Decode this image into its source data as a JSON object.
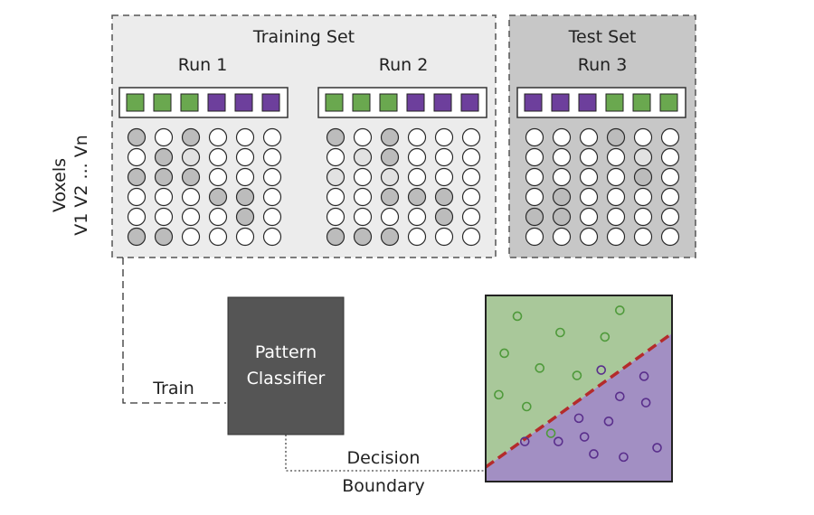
{
  "colors": {
    "green": "#6aa84f",
    "purple": "#6d3f9c",
    "voxel_light": "#ffffff",
    "voxel_mid": "#e2e2e2",
    "voxel_dark": "#bcbcbc",
    "panel_train": "#ececec",
    "panel_test": "#c7c7c7",
    "classifier_box": "#555555",
    "plot_green": "#a9c89a",
    "plot_purple": "#a28fc3",
    "boundary": "#b42b2b"
  },
  "training_panel": {
    "title": "Training Set"
  },
  "test_panel": {
    "title": "Test Set"
  },
  "runs": [
    {
      "label": "Run 1",
      "labels": [
        "green",
        "green",
        "green",
        "purple",
        "purple",
        "purple"
      ],
      "voxels": [
        [
          2,
          0,
          2,
          0,
          0,
          0
        ],
        [
          0,
          2,
          1,
          0,
          0,
          0
        ],
        [
          2,
          2,
          2,
          0,
          0,
          0
        ],
        [
          0,
          0,
          0,
          2,
          2,
          0
        ],
        [
          0,
          0,
          0,
          0,
          2,
          0
        ],
        [
          2,
          2,
          0,
          0,
          0,
          0
        ]
      ]
    },
    {
      "label": "Run 2",
      "labels": [
        "green",
        "green",
        "green",
        "purple",
        "purple",
        "purple"
      ],
      "voxels": [
        [
          2,
          0,
          2,
          0,
          0,
          0
        ],
        [
          0,
          1,
          2,
          0,
          0,
          0
        ],
        [
          1,
          0,
          1,
          0,
          0,
          0
        ],
        [
          0,
          0,
          2,
          2,
          2,
          0
        ],
        [
          0,
          0,
          0,
          0,
          2,
          0
        ],
        [
          2,
          2,
          2,
          0,
          0,
          0
        ]
      ]
    },
    {
      "label": "Run 3",
      "labels": [
        "purple",
        "purple",
        "purple",
        "green",
        "green",
        "green"
      ],
      "voxels": [
        [
          0,
          0,
          0,
          2,
          0,
          0
        ],
        [
          0,
          0,
          0,
          0,
          1,
          0
        ],
        [
          0,
          0,
          0,
          0,
          2,
          0
        ],
        [
          0,
          2,
          0,
          0,
          0,
          0
        ],
        [
          2,
          2,
          0,
          0,
          0,
          0
        ],
        [
          0,
          0,
          0,
          0,
          0,
          0
        ]
      ]
    }
  ],
  "voxels_axis": {
    "title": "Voxels",
    "sublabel": "V1 V2 ... Vn"
  },
  "classifier": {
    "line1": "Pattern",
    "line2": "Classifier"
  },
  "train_label": "Train",
  "decision_label": {
    "line1": "Decision",
    "line2": "Boundary"
  },
  "scatter": {
    "green_points": [
      [
        0.17,
        0.14
      ],
      [
        0.72,
        0.1
      ],
      [
        0.4,
        0.25
      ],
      [
        0.64,
        0.28
      ],
      [
        0.1,
        0.39
      ],
      [
        0.29,
        0.49
      ],
      [
        0.49,
        0.54
      ],
      [
        0.07,
        0.67
      ],
      [
        0.22,
        0.75
      ],
      [
        0.35,
        0.93
      ]
    ],
    "purple_points": [
      [
        0.62,
        0.48
      ],
      [
        0.85,
        0.52
      ],
      [
        0.72,
        0.65
      ],
      [
        0.86,
        0.69
      ],
      [
        0.5,
        0.79
      ],
      [
        0.66,
        0.81
      ],
      [
        0.53,
        0.91
      ],
      [
        0.21,
        0.94
      ],
      [
        0.39,
        0.94
      ],
      [
        0.58,
        1.02
      ],
      [
        0.74,
        1.04
      ],
      [
        0.92,
        0.98
      ]
    ]
  }
}
